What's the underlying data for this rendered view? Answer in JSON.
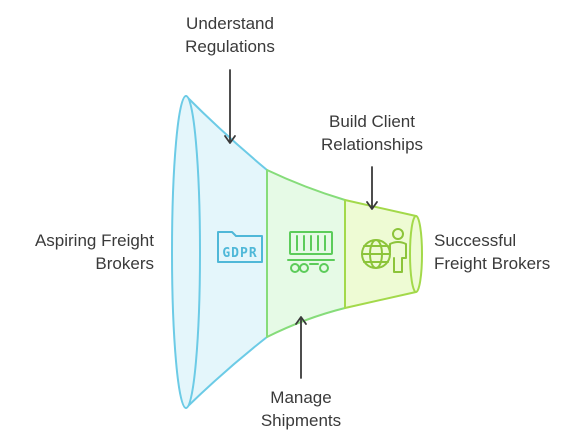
{
  "labels": {
    "start": "Aspiring Freight\nBrokers",
    "end": "Successful\nFreight Brokers",
    "step1": "Understand\nRegulations",
    "step2": "Manage\nShipments",
    "step3": "Build Client\nRelationships"
  },
  "icons": {
    "step1": "gdpr-folder-icon",
    "step2": "freight-truck-icon",
    "step3": "globe-person-icon",
    "step1_text": "GDPR"
  },
  "colors": {
    "section1_fill": "#e4f6fb",
    "section1_stroke": "#6ccbe6",
    "section2_fill": "#e6fae6",
    "section2_stroke": "#86dc7a",
    "section3_fill": "#eefbd4",
    "section3_stroke": "#a3d94a",
    "arrow": "#3a3a3a",
    "text": "#3a3a3a"
  }
}
